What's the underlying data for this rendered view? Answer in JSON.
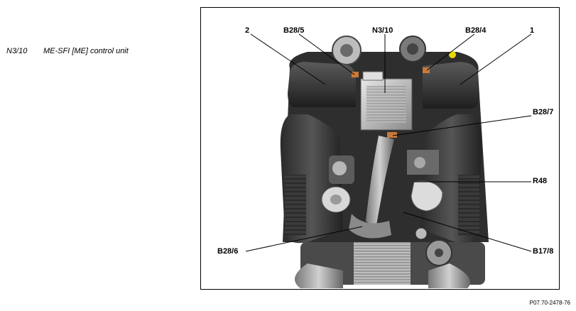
{
  "legend": {
    "code": "N3/10",
    "description": "ME-SFI [ME] control unit"
  },
  "callouts": {
    "c2": "2",
    "b28_5": "B28/5",
    "n3_10": "N3/10",
    "b28_4": "B28/4",
    "c1": "1",
    "b28_7": "B28/7",
    "r48": "R48",
    "b28_6": "B28/6",
    "b17_8": "B17/8"
  },
  "figure_ref": "P07.70-2478-76"
}
